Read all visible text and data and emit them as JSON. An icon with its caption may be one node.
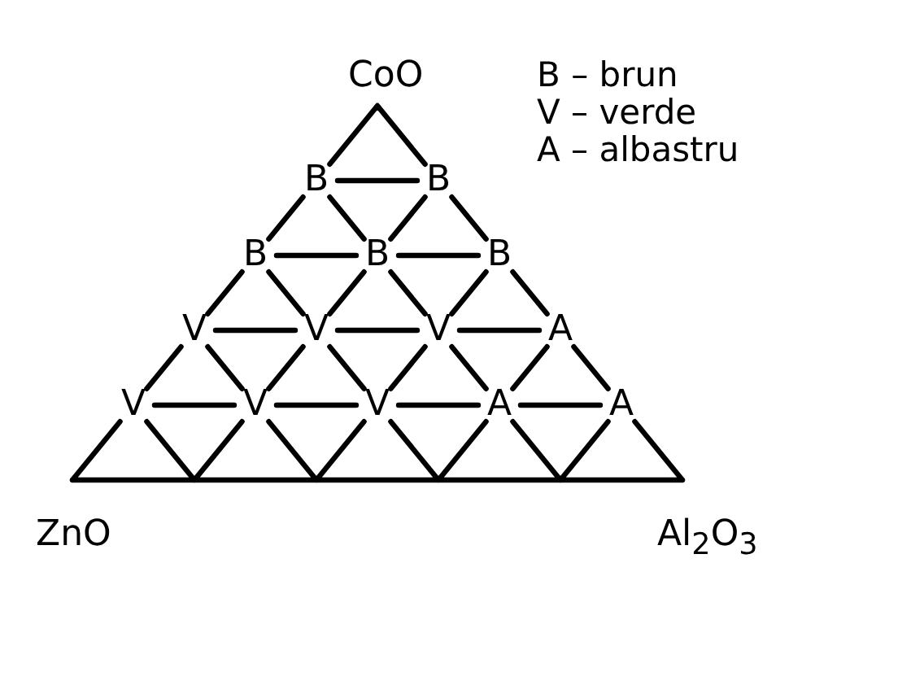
{
  "diagram": {
    "labels": [
      "CoO",
      "B",
      "B",
      "B",
      "B",
      "B",
      "V",
      "V",
      "V",
      "A",
      "V",
      "V",
      "V",
      "A",
      "A",
      "ZnO",
      "Al$_{2}$O$_{3}$"
    ],
    "legend": [
      {
        "text": "B – brun"
      },
      {
        "text": "V – verde"
      },
      {
        "text": "A – albastru"
      }
    ]
  }
}
